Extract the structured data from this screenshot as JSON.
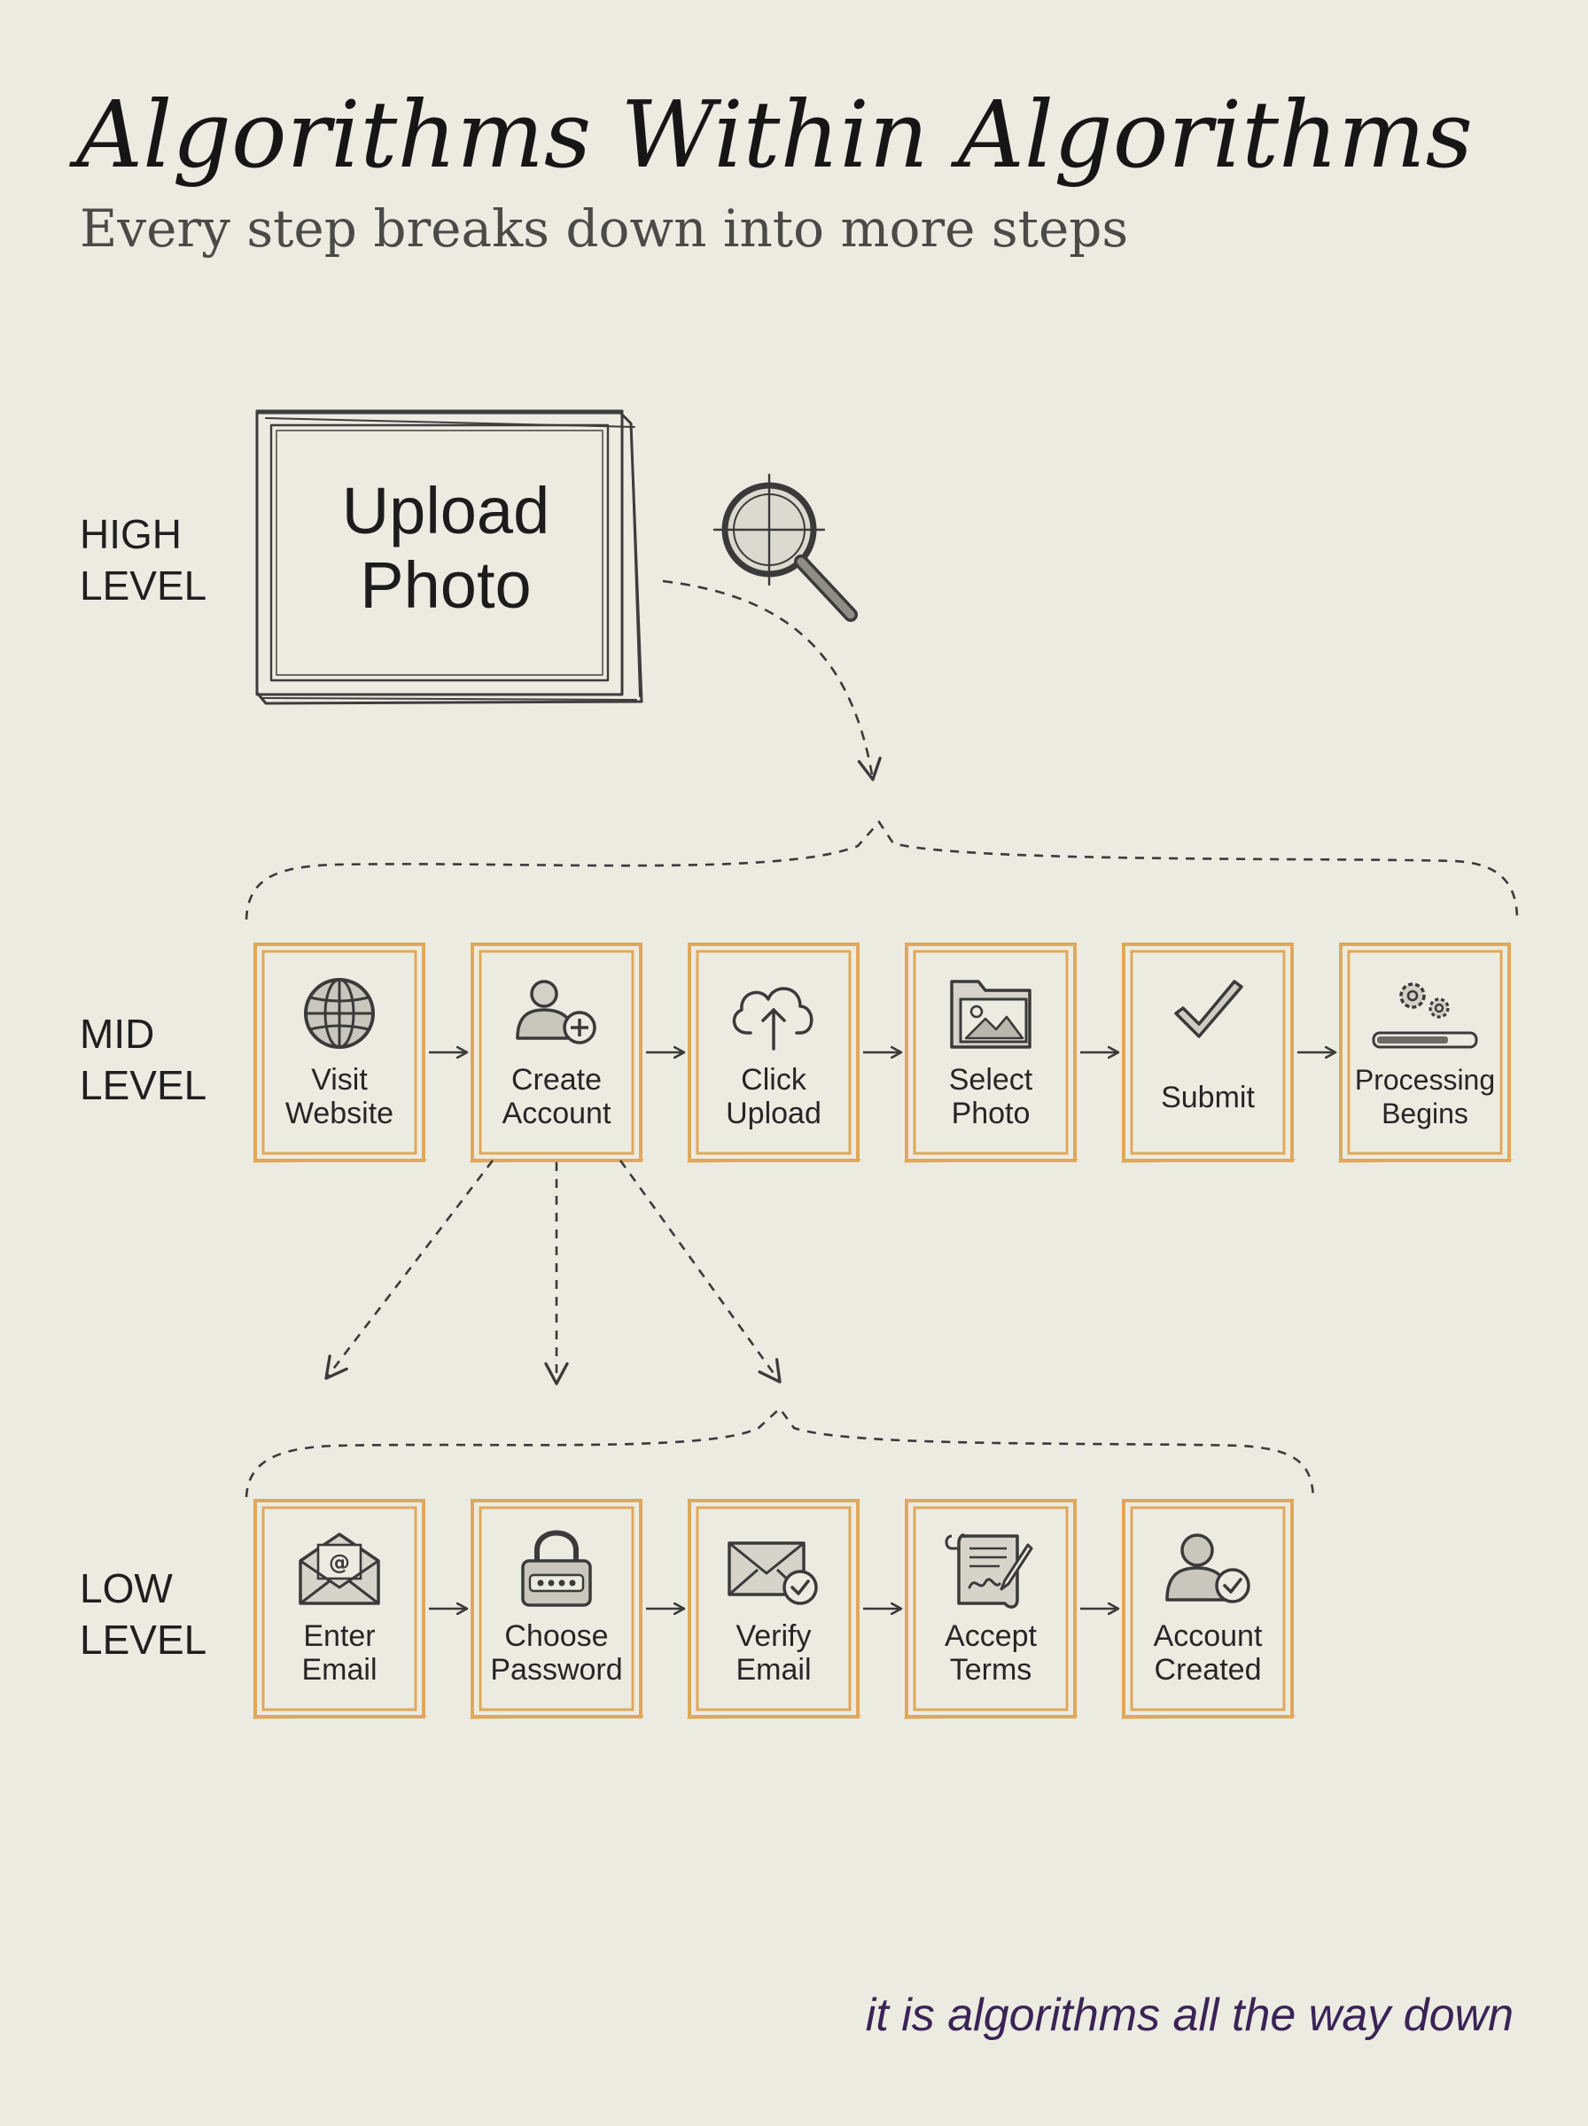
{
  "title": "Algorithms Within Algorithms",
  "subtitle": "Every step breaks down into more steps",
  "levels": {
    "high": [
      "HIGH",
      "LEVEL"
    ],
    "mid": [
      "MID",
      "LEVEL"
    ],
    "low": [
      "LOW",
      "LEVEL"
    ]
  },
  "high_step": [
    "Upload",
    "Photo"
  ],
  "mid_steps": [
    {
      "lines": [
        "Visit",
        "Website"
      ],
      "icon": "globe-icon"
    },
    {
      "lines": [
        "Create",
        "Account"
      ],
      "icon": "add-user-icon"
    },
    {
      "lines": [
        "Click",
        "Upload"
      ],
      "icon": "cloud-upload-icon"
    },
    {
      "lines": [
        "Select",
        "Photo"
      ],
      "icon": "photo-folder-icon"
    },
    {
      "lines": [
        "Submit"
      ],
      "icon": "checkmark-icon"
    },
    {
      "lines": [
        "Processing",
        "Begins"
      ],
      "icon": "gears-progress-icon"
    }
  ],
  "low_steps": [
    {
      "lines": [
        "Enter",
        "Email"
      ],
      "icon": "email-envelope-icon"
    },
    {
      "lines": [
        "Choose",
        "Password"
      ],
      "icon": "padlock-icon"
    },
    {
      "lines": [
        "Verify",
        "Email"
      ],
      "icon": "verified-envelope-icon"
    },
    {
      "lines": [
        "Accept",
        "Terms"
      ],
      "icon": "signed-scroll-icon"
    },
    {
      "lines": [
        "Account",
        "Created"
      ],
      "icon": "user-check-icon"
    }
  ],
  "footer": "it is algorithms all the way down",
  "colors": {
    "background": "#ecebe1",
    "box_border": "#e0a85a",
    "ink": "#3a3a3a",
    "footer": "#3a2456"
  }
}
